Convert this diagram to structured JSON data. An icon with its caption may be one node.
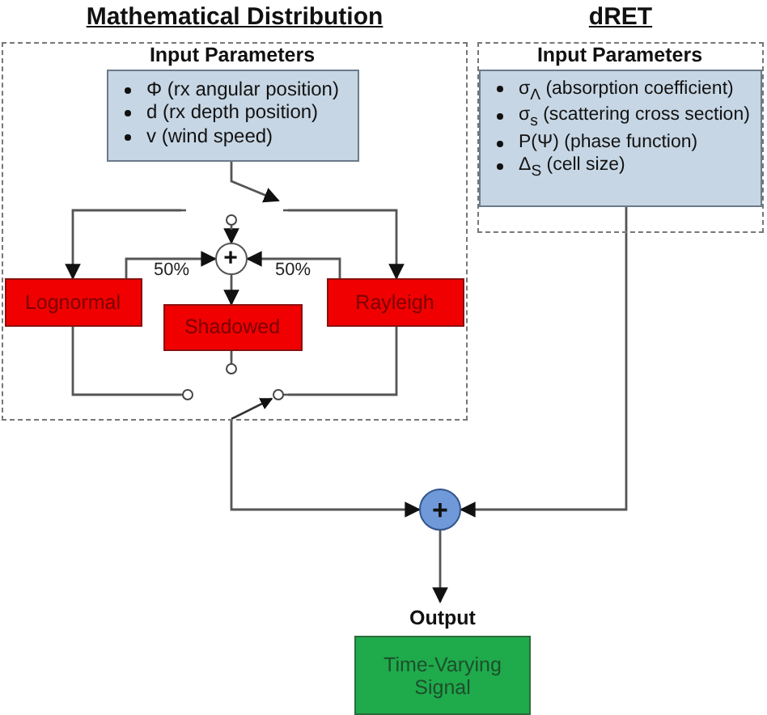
{
  "diagram": {
    "nodes": [
      {
        "text": [
          "Mathematical Distribution"
        ]
      },
      {
        "text": [
          "Input Parameters",
          "Φ (rx angular position)",
          "d (rx depth position)",
          "v (wind speed)"
        ],
        "in": 0
      },
      {
        "text": [],
        "shape": "switch",
        "in": 0
      },
      {
        "text": [
          "Lognormal"
        ],
        "in": 0
      },
      {
        "text": [
          "+"
        ],
        "in": 0
      },
      {
        "text": [
          "Shadowed"
        ],
        "in": 0
      },
      {
        "text": [
          "Rayleigh"
        ],
        "in": 0
      },
      {
        "text": [],
        "shape": "switch",
        "in": 0
      },
      {
        "text": [
          "dRET"
        ]
      },
      {
        "text": [
          "Input Parameters",
          "σ$_{Λ}$ (absorption coefficient)",
          "σ$_{s}$ (scattering cross section)",
          "P(Ψ) (phase function)",
          "Δ$_{S}$ (cell size)"
        ],
        "in": 8
      },
      {
        "text": [
          "+"
        ]
      },
      {
        "text": [
          "Output",
          "Time-Varying Signal"
        ]
      }
    ],
    "edges": [
      {
        "from": 1,
        "to": 2,
        "arrow": "to"
      },
      {
        "from": 2,
        "to": 3,
        "arrow": "to"
      },
      {
        "from": 2,
        "to": 4,
        "arrow": "to"
      },
      {
        "from": 2,
        "to": 6,
        "arrow": "to"
      },
      {
        "from": 3,
        "to": 4,
        "arrow": "to",
        "label": "50%"
      },
      {
        "from": 6,
        "to": 4,
        "arrow": "to",
        "label": "50%"
      },
      {
        "from": 4,
        "to": 5,
        "arrow": "to"
      },
      {
        "from": 3,
        "to": 7,
        "arrow": "none"
      },
      {
        "from": 5,
        "to": 7,
        "arrow": "none"
      },
      {
        "from": 6,
        "to": 7,
        "arrow": "none"
      },
      {
        "from": 7,
        "to": 10,
        "arrow": "to"
      },
      {
        "from": 9,
        "to": 10,
        "arrow": "to"
      },
      {
        "from": 10,
        "to": 11,
        "arrow": "to"
      }
    ]
  }
}
